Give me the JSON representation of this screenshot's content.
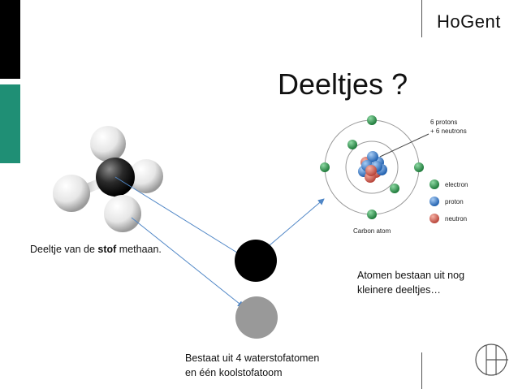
{
  "brand": {
    "logo_text": "HoGent"
  },
  "slide": {
    "title": "Deeltjes ?"
  },
  "labels": {
    "methane_prefix": "Deeltje van de ",
    "methane_bold": "stof",
    "methane_suffix": " methaan.",
    "atoms_line1": "Atomen bestaan uit nog",
    "atoms_line2": "kleinere deeltjes…",
    "composition_line1": "Bestaat uit 4 waterstofatomen",
    "composition_line2": "en één koolstofatoom"
  },
  "atom_diagram": {
    "annotation_line1": "6 protons",
    "annotation_line2": "+ 6 neutrons",
    "caption": "Carbon atom",
    "legend": [
      {
        "symbol": "−",
        "label": "electron",
        "color": "#2e9a4e"
      },
      {
        "symbol": "+",
        "label": "proton",
        "color": "#3a7fd0"
      },
      {
        "symbol": "",
        "label": "neutron",
        "color": "#d9665a"
      }
    ],
    "electron_symbol": "−",
    "proton_symbol": "+"
  },
  "colors": {
    "bar_black": "#000000",
    "bar_green": "#1f8f75",
    "arrow": "#4f86c6",
    "carbon_circle": "#000000",
    "hydrogen_circle": "#999999"
  }
}
